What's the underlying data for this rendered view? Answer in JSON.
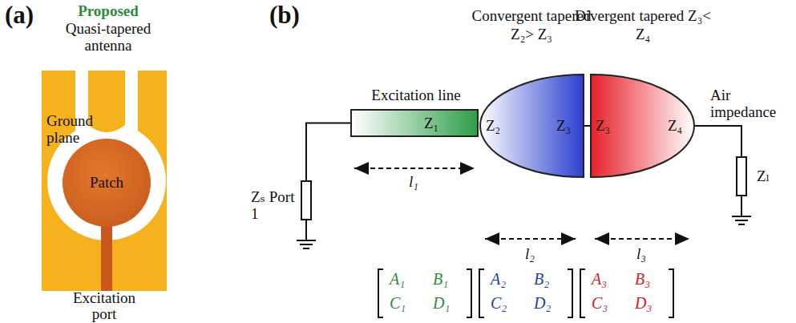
{
  "diagram": {
    "nodes": [
      {
        "text": [
          "Ground plane"
        ]
      },
      {
        "text": [
          "Patch"
        ],
        "in": 0
      },
      {
        "text": [
          "Excitation line",
          "Z₁"
        ]
      },
      {
        "text": [
          "Convergent tapered Z₂> Z₃",
          "Z₂",
          "Z₃"
        ]
      },
      {
        "text": [
          "Divergent tapered Z₃< Z₄",
          "Z₃",
          "Z₄"
        ]
      },
      {
        "text": [
          "Zₛ Port 1"
        ]
      },
      {
        "text": [
          "Zₗ"
        ]
      }
    ],
    "edges": [
      {
        "from": 5,
        "to": 2,
        "arrow": "none"
      },
      {
        "from": 3,
        "to": 4,
        "arrow": "none"
      },
      {
        "from": 4,
        "to": 6,
        "arrow": "none"
      }
    ],
    "labels": [
      "(a)",
      "Proposed",
      "Quasi-tapered antenna",
      "Excitation port",
      "(b)",
      "Air impedance",
      "l₁",
      "l₂",
      "l₃",
      "A₁",
      "B₁",
      "C₁",
      "D₁",
      "A₂",
      "B₂",
      "C₂",
      "D₂",
      "A₃",
      "B₃",
      "C₃",
      "D₃"
    ]
  }
}
